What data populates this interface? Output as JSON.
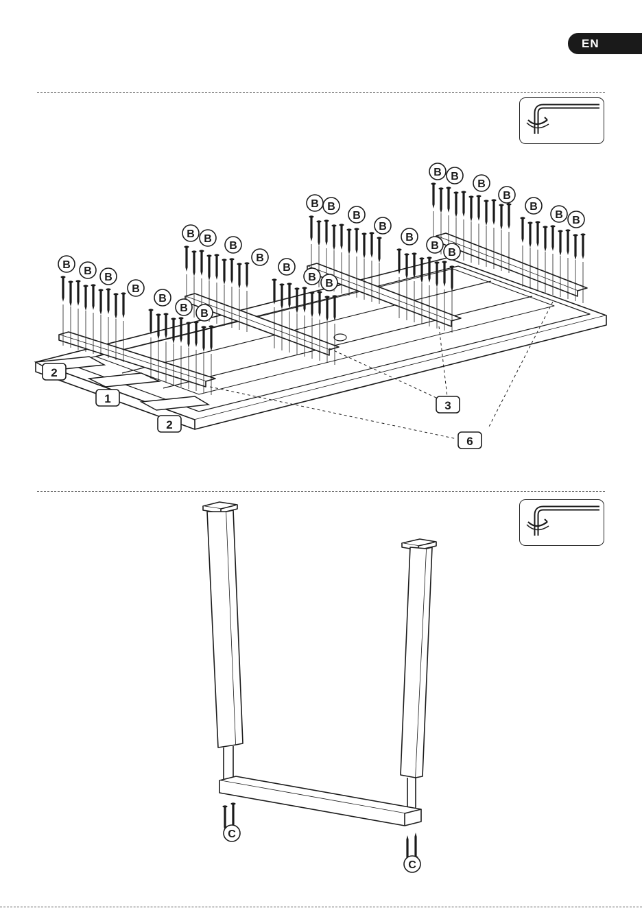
{
  "header": {
    "language_badge": "EN"
  },
  "step_upper": {
    "tool": "hex-key-icon",
    "hardware_label": "B",
    "part_labels": {
      "left_rail": "2",
      "center_rail": "1",
      "right_rail": "2",
      "crossbar": "3",
      "frame": "6"
    }
  },
  "step_lower": {
    "tool": "hex-key-icon",
    "hardware_label": "C"
  },
  "colors": {
    "ink": "#1a1a1a",
    "paper": "#ffffff",
    "badge_bg": "#1a1a1a"
  }
}
